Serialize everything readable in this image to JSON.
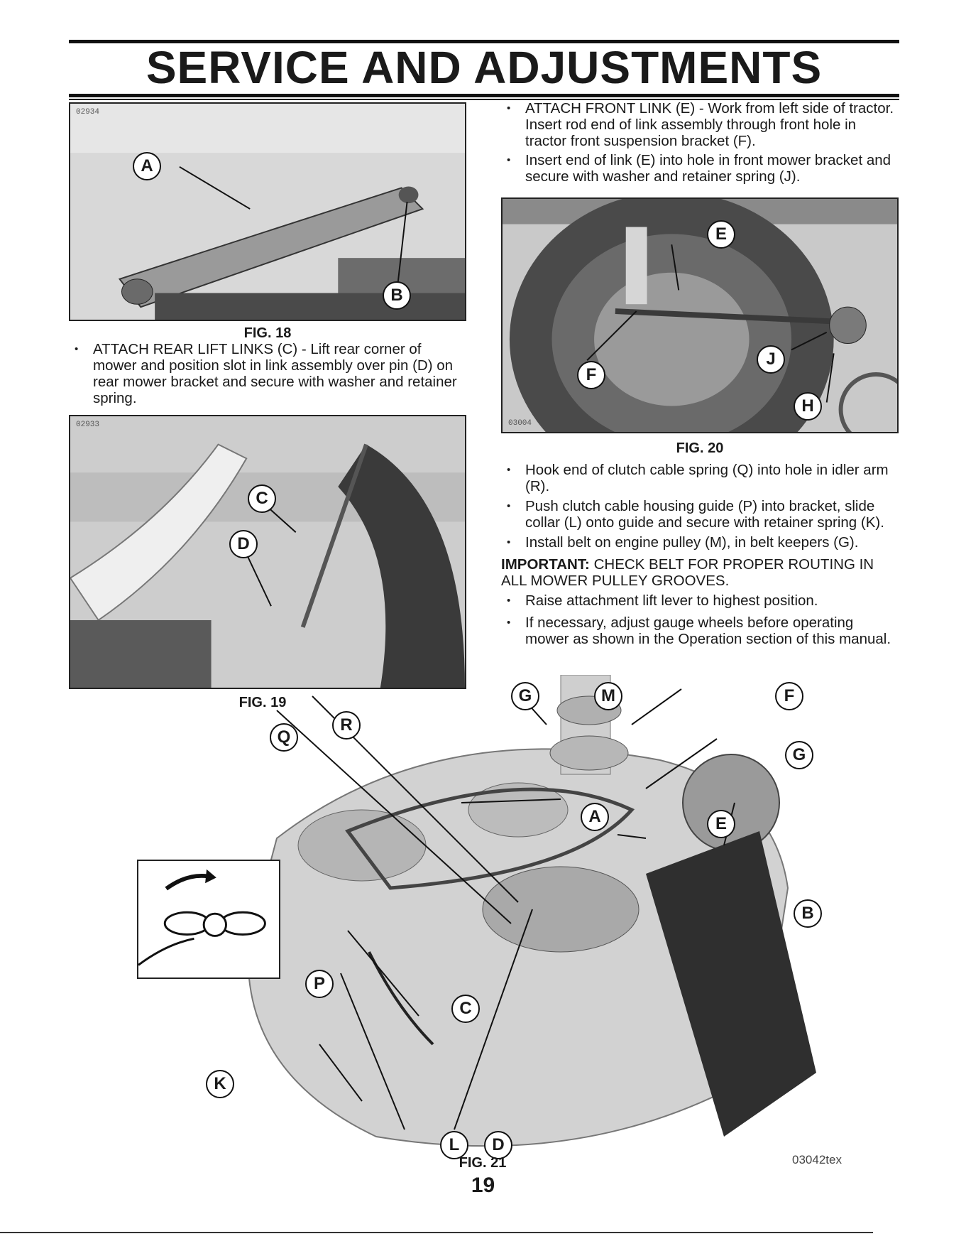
{
  "header": {
    "title": "SERVICE AND ADJUSTMENTS"
  },
  "figures": {
    "fig18": {
      "id": "02934",
      "caption": "FIG. 18",
      "callouts": [
        "A",
        "B"
      ]
    },
    "fig19": {
      "id": "02933",
      "caption": "FIG. 19",
      "callouts": [
        "C",
        "D"
      ]
    },
    "fig20": {
      "id": "03004",
      "caption": "FIG. 20",
      "callouts": [
        "E",
        "F",
        "J",
        "H"
      ]
    },
    "fig21": {
      "id": "03042tex",
      "caption": "FIG. 21",
      "callouts": [
        "G",
        "M",
        "F",
        "G",
        "Q",
        "R",
        "A",
        "E",
        "B",
        "P",
        "C",
        "K",
        "L",
        "D"
      ]
    }
  },
  "left_column": {
    "step_rear_links": "ATTACH REAR LIFT LINKS (C) - Lift rear corner of mower and position slot in link assembly over pin (D) on rear mower bracket and secure with washer and retainer spring."
  },
  "right_column": {
    "step_front_link": "ATTACH FRONT LINK (E) - Work from left side of tractor. Insert rod end of link assembly through front hole in tractor front suspension bracket (F).",
    "step_insert_link": "Insert end of link (E) into hole in front mower bracket and secure with washer and retainer spring (J).",
    "step_hook_spring": "Hook end of clutch cable spring (Q) into hole in idler arm (R).",
    "step_push_guide": "Push clutch cable housing guide (P) into bracket, slide collar (L) onto guide and secure with retainer spring (K).",
    "step_install_belt": "Install belt on engine pulley (M), in belt keepers (G).",
    "important_label": "IMPORTANT:",
    "important_text": "CHECK BELT FOR PROPER ROUTING IN ALL MOWER PULLEY GROOVES.",
    "step_raise_lever": "Raise attachment lift lever to highest position.",
    "step_gauge_wheels": "If necessary, adjust gauge wheels before operating mower as shown in the Operation section of this manual."
  },
  "footer": {
    "page_number": "19"
  }
}
